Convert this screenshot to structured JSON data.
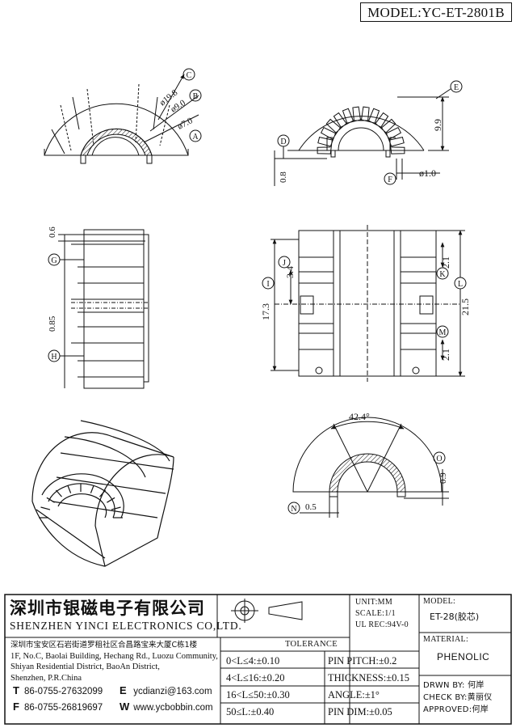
{
  "header": {
    "model_code": "MODEL:YC-ET-2801B"
  },
  "dimensions": {
    "top_left": {
      "d_c": "ø19.8",
      "d_b": "ø9.0",
      "d_a": "ø7.0",
      "tag_c": "C",
      "tag_b": "B",
      "tag_a": "A"
    },
    "top_right": {
      "h_e": "9.9",
      "tag_e": "E",
      "tag_d": "D",
      "v_08": "0.8",
      "tag_f": "F",
      "pin": "ø1.0"
    },
    "mid_left": {
      "v_06": "0.6",
      "tag_g": "G",
      "v_085": "0.85",
      "tag_h": "H"
    },
    "mid_right": {
      "v_173": "17.3",
      "tag_i": "I",
      "v_34": "3.4",
      "tag_j": "J",
      "v_21a": "2.1",
      "tag_k": "K",
      "v_215": "21.5",
      "tag_l": "L",
      "v_21b": "2.1",
      "tag_m": "M"
    },
    "bottom_right": {
      "angle": "42.4°",
      "v_09": "0.9",
      "tag_o": "O",
      "tag_n": "N",
      "v_05": "0.5"
    }
  },
  "title_block": {
    "company_cn": "深圳市银磁电子有限公司",
    "company_en": "SHENZHEN YINCI ELECTRONICS CO,LTD.",
    "address_cn": "深圳市宝安区石岩街道罗租社区合昌路宝来大厦C栋1楼",
    "address_en_1": "1F, No.C, Baolai Building, Hechang Rd., Luozu Community,",
    "address_en_2": "Shiyan Residential District, BaoAn District,",
    "address_en_3": "Shenzhen, P.R.China",
    "tel_label": "T",
    "tel": "86-0755-27632099",
    "fax_label": "F",
    "fax": "86-0755-26819697",
    "email_label": "E",
    "email": "ycdianzi@163.com",
    "web_label": "W",
    "web": "www.ycbobbin.com",
    "unit": "UNIT:MM",
    "scale": "SCALE:1/1",
    "ul_rec": "UL REC:94V-0",
    "model_label": "MODEL:",
    "model_value": "ET-28(胶芯)",
    "tolerance_title": "TOLERANCE",
    "tol_rows": [
      "0<L≤4:±0.10",
      "4<L≤16:±0.20",
      "16<L≤50:±0.30",
      "50≤L:±0.40"
    ],
    "tol_right": [
      "PIN PITCH:±0.2",
      "THICKNESS:±0.15",
      "ANGLE:±1°",
      "PIN DIM:±0.05"
    ],
    "material_label": "MATERIAL:",
    "material_value": "PHENOLIC",
    "drawn": "DRWN BY: 何岸",
    "check": "CHECK BY:黄丽仪",
    "approved": "APPROVED:何岸"
  }
}
